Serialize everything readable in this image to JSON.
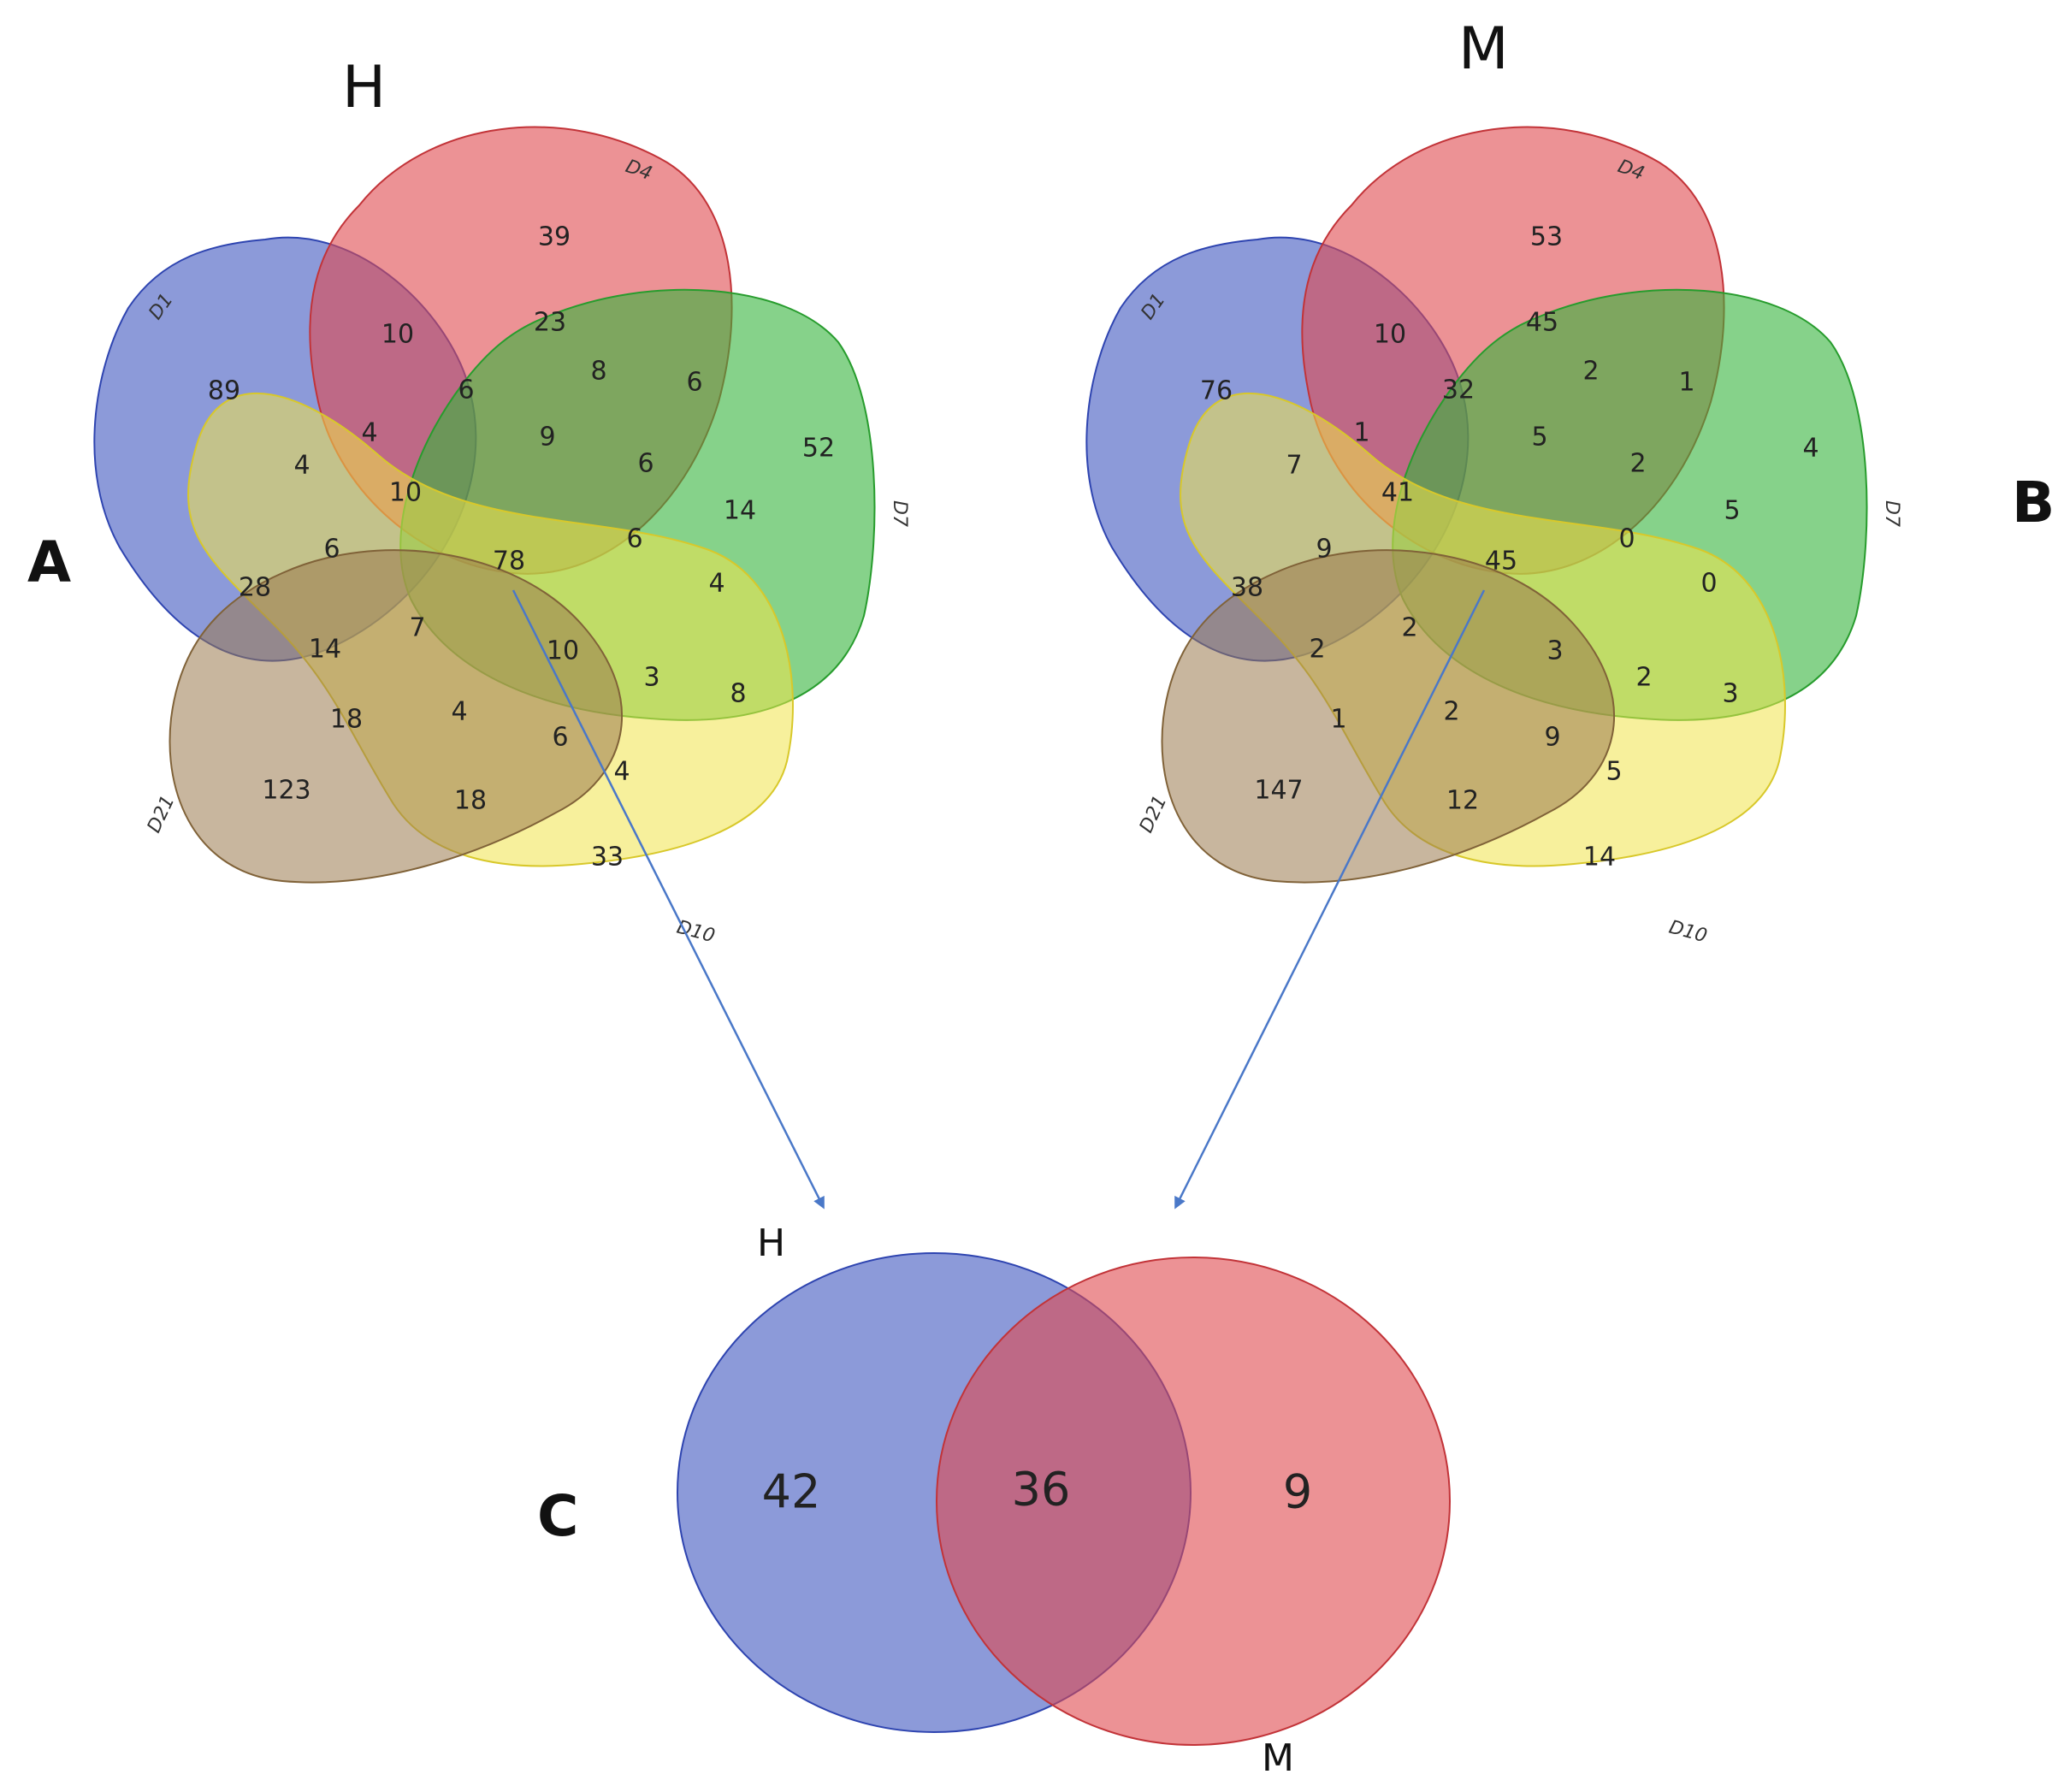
{
  "panels": {
    "A": {
      "letter": "A",
      "title": "H",
      "set_labels": {
        "d1": "D1",
        "d4": "D4",
        "d7": "D7",
        "d10": "D10",
        "d21": "D21"
      },
      "counts": {
        "d1_only": "89",
        "d1_d4": "10",
        "d4_only": "39",
        "d4_top": "23",
        "c6a": "6",
        "c8": "8",
        "c6b": "6",
        "c4a": "4",
        "c4b": "4",
        "c9": "9",
        "c6c": "6",
        "c52": "52",
        "c10a": "10",
        "c14a": "14",
        "c6d": "6",
        "c78": "78",
        "c6e": "6",
        "c4c": "4",
        "c28": "28",
        "c7": "7",
        "c14b": "14",
        "c10b": "10",
        "c3": "3",
        "c8b": "8",
        "c18a": "18",
        "c4d": "4",
        "c6f": "6",
        "c4e": "4",
        "c123": "123",
        "c18b": "18",
        "c33": "33"
      }
    },
    "B": {
      "letter": "B",
      "title": "M",
      "set_labels": {
        "d1": "D1",
        "d4": "D4",
        "d7": "D7",
        "d10": "D10",
        "d21": "D21"
      },
      "counts": {
        "d1_only": "76",
        "d1_d4": "10",
        "d4_only": "53",
        "d4_top": "45",
        "c6a": "32",
        "c8": "2",
        "c6b": "1",
        "c4a": "1",
        "c4b": "7",
        "c9": "5",
        "c6c": "2",
        "c52": "4",
        "c10a": "41",
        "c14a": "5",
        "c6d": "9",
        "c78": "45",
        "c6e": "0",
        "c4c": "0",
        "c28": "38",
        "c7": "2",
        "c14b": "2",
        "c10b": "3",
        "c3": "2",
        "c8b": "3",
        "c18a": "1",
        "c4d": "2",
        "c6f": "9",
        "c4e": "5",
        "c123": "147",
        "c18b": "12",
        "c33": "14"
      }
    },
    "C": {
      "letter": "C",
      "label_h": "H",
      "label_m": "M",
      "h_only": "42",
      "both": "36",
      "m_only": "9"
    }
  },
  "colors": {
    "d1": "#3f57c0",
    "d4": "#e04a4e",
    "d7": "#36b43c",
    "d10": "#f0e44a",
    "d21": "#9a7a4e",
    "arrow": "#4a78c8"
  }
}
